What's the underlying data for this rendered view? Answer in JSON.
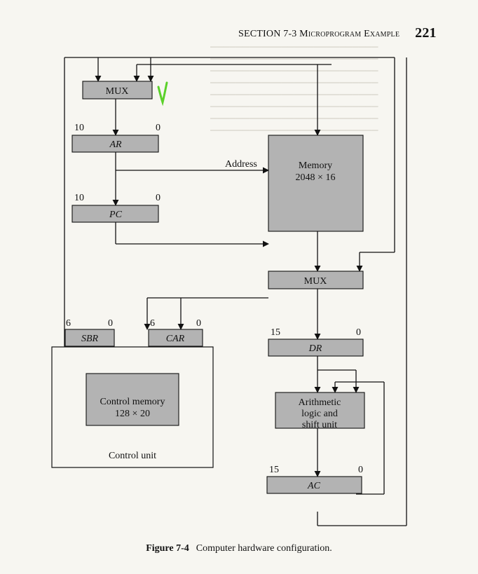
{
  "header": {
    "section": "SECTION 7-3 Microprogram Example",
    "page_number": "221"
  },
  "diagram": {
    "mux_top": "MUX",
    "ar": {
      "label": "AR",
      "msb": "10",
      "lsb": "0"
    },
    "pc": {
      "label": "PC",
      "msb": "10",
      "lsb": "0"
    },
    "memory": {
      "line1": "Memory",
      "line2": "2048 × 16"
    },
    "address_label": "Address",
    "mux_mid": "MUX",
    "sbr": {
      "label": "SBR",
      "msb": "6",
      "lsb": "0"
    },
    "car": {
      "label": "CAR",
      "msb": "6",
      "lsb": "0"
    },
    "dr": {
      "label": "DR",
      "msb": "15",
      "lsb": "0"
    },
    "control_memory": {
      "line1": "Control memory",
      "line2": "128 × 20"
    },
    "control_unit": "Control unit",
    "alu": {
      "line1": "Arithmetic",
      "line2": "logic and",
      "line3": "shift unit"
    },
    "ac": {
      "label": "AC",
      "msb": "15",
      "lsb": "0"
    },
    "annotation_mark": "V",
    "annotation_color": "#5bd12a",
    "box_fill": "#b3b3b3"
  },
  "caption": {
    "figure": "Figure 7-4",
    "text": "Computer hardware configuration."
  }
}
